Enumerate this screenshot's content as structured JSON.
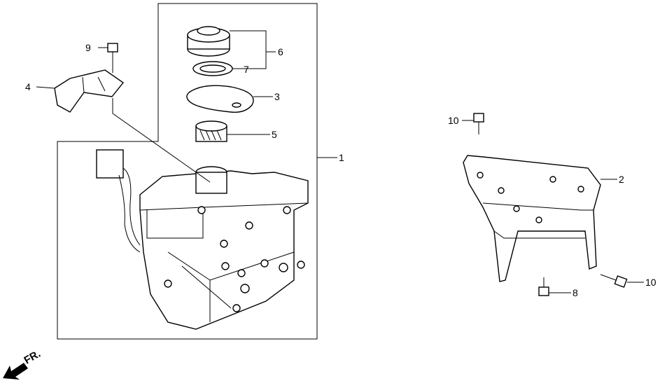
{
  "callouts": {
    "c1": "1",
    "c2": "2",
    "c3": "3",
    "c4": "4",
    "c5": "5",
    "c6": "6",
    "c7": "7",
    "c8": "8",
    "c9": "9",
    "c10a": "10",
    "c10b": "10"
  },
  "direction_label": "FR."
}
